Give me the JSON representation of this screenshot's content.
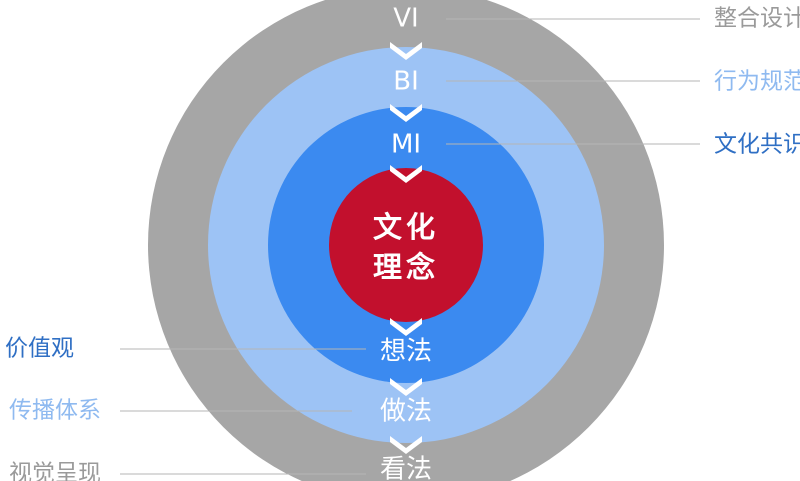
{
  "colors": {
    "outer": "#a6a6a6",
    "middle": "#9dc3f5",
    "inner": "#3b8af0",
    "core": "#c2102d",
    "line": "#b5b5b5",
    "text_outer": "#9a9a9a",
    "text_middle": "#8fbaf0",
    "text_inner": "#2f6fc4"
  },
  "core": {
    "line1": "文化",
    "line2": "理念"
  },
  "rings": {
    "outer_top": "VI",
    "middle_top": "BI",
    "inner_top": "MI",
    "inner_bottom": "想法",
    "middle_bottom": "做法",
    "outer_bottom": "看法"
  },
  "right_labels": {
    "outer": "整合设计",
    "middle": "行为规范",
    "inner": "文化共识"
  },
  "left_labels": {
    "inner": "价值观",
    "middle": "传播体系",
    "outer": "视觉呈现"
  }
}
